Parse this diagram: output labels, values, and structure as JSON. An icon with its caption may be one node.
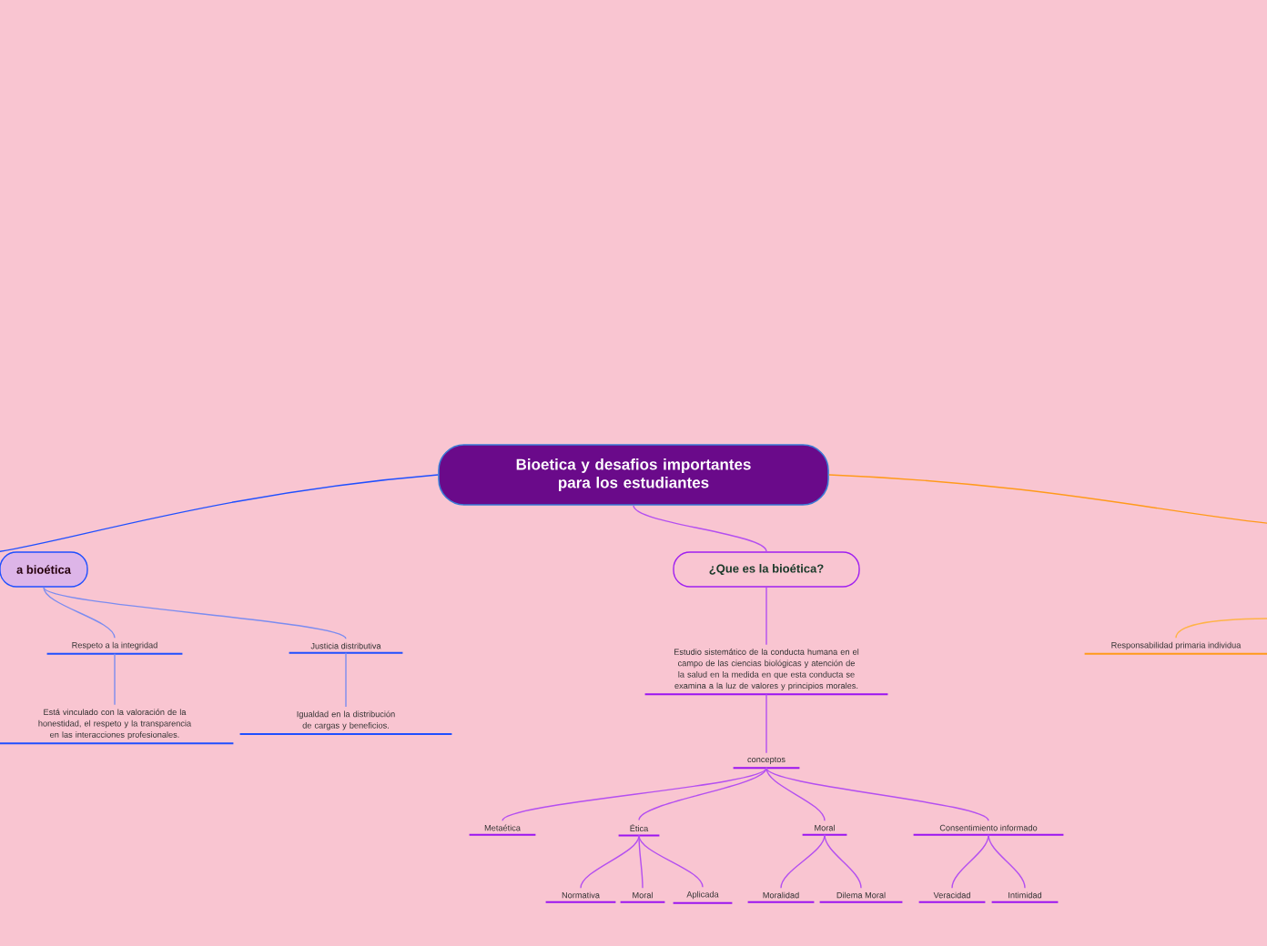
{
  "diagram": {
    "nodes": [
      {
        "text": [
          "Bioetica y desafios importantes para los estudiantes"
        ]
      },
      {
        "text": [
          "a bioética"
        ]
      },
      {
        "text": [
          "Respeto a la integridad"
        ]
      },
      {
        "text": [
          "Está vinculado con la valoración de la honestidad, el respeto y la transparencia en las interacciones profesionales."
        ]
      },
      {
        "text": [
          "Justicia distributiva"
        ]
      },
      {
        "text": [
          "Igualdad en la distribución de cargas y beneficios."
        ]
      },
      {
        "text": [
          "¿Que es la bioética?"
        ]
      },
      {
        "text": [
          "Estudio sistemático de la conducta humana en el campo de las ciencias biológicas y atención de la salud en la medida en que esta conducta se examina a la luz de valores y principios morales."
        ]
      },
      {
        "text": [
          "conceptos"
        ]
      },
      {
        "text": [
          "Metaética"
        ]
      },
      {
        "text": [
          "Ética"
        ]
      },
      {
        "text": [
          "Moral"
        ]
      },
      {
        "text": [
          "Consentimiento informado"
        ]
      },
      {
        "text": [
          "Normativa"
        ]
      },
      {
        "text": [
          "Moral"
        ]
      },
      {
        "text": [
          "Aplicada"
        ]
      },
      {
        "text": [
          "Moralidad"
        ]
      },
      {
        "text": [
          "Dilema Moral"
        ]
      },
      {
        "text": [
          "Veracidad"
        ]
      },
      {
        "text": [
          "Intimidad"
        ]
      },
      {
        "text": [
          "Responsabilidad primaria individua"
        ]
      }
    ],
    "edges": [
      {
        "from": 0,
        "to": 1,
        "arrow": "none",
        "color": "#1f4fff"
      },
      {
        "from": 0,
        "to": 6,
        "arrow": "none"
      },
      {
        "from": 0,
        "to": null,
        "arrow": "none",
        "color": "#ff9a1a"
      },
      {
        "from": 1,
        "to": 2,
        "arrow": "none",
        "color": "#7b8cf0"
      },
      {
        "from": 1,
        "to": 4,
        "arrow": "none",
        "color": "#7b8cf0"
      },
      {
        "from": 2,
        "to": 3,
        "arrow": "none",
        "color": "#7b8cf0"
      },
      {
        "from": 4,
        "to": 5,
        "arrow": "none",
        "color": "#7b8cf0"
      },
      {
        "from": 6,
        "to": 7,
        "arrow": "none"
      },
      {
        "from": 7,
        "to": 8,
        "arrow": "none"
      },
      {
        "from": 8,
        "to": 9,
        "arrow": "none"
      },
      {
        "from": 8,
        "to": 10,
        "arrow": "none"
      },
      {
        "from": 8,
        "to": 11,
        "arrow": "none"
      },
      {
        "from": 8,
        "to": 12,
        "arrow": "none"
      },
      {
        "from": 10,
        "to": 13,
        "arrow": "none"
      },
      {
        "from": 10,
        "to": 14,
        "arrow": "none"
      },
      {
        "from": 10,
        "to": 15,
        "arrow": "none"
      },
      {
        "from": 11,
        "to": 16,
        "arrow": "none"
      },
      {
        "from": 11,
        "to": 17,
        "arrow": "none"
      },
      {
        "from": 12,
        "to": 18,
        "arrow": "none"
      },
      {
        "from": 12,
        "to": 19,
        "arrow": "none"
      },
      {
        "from": null,
        "to": 20,
        "arrow": "none",
        "color": "#ffb347"
      }
    ]
  }
}
